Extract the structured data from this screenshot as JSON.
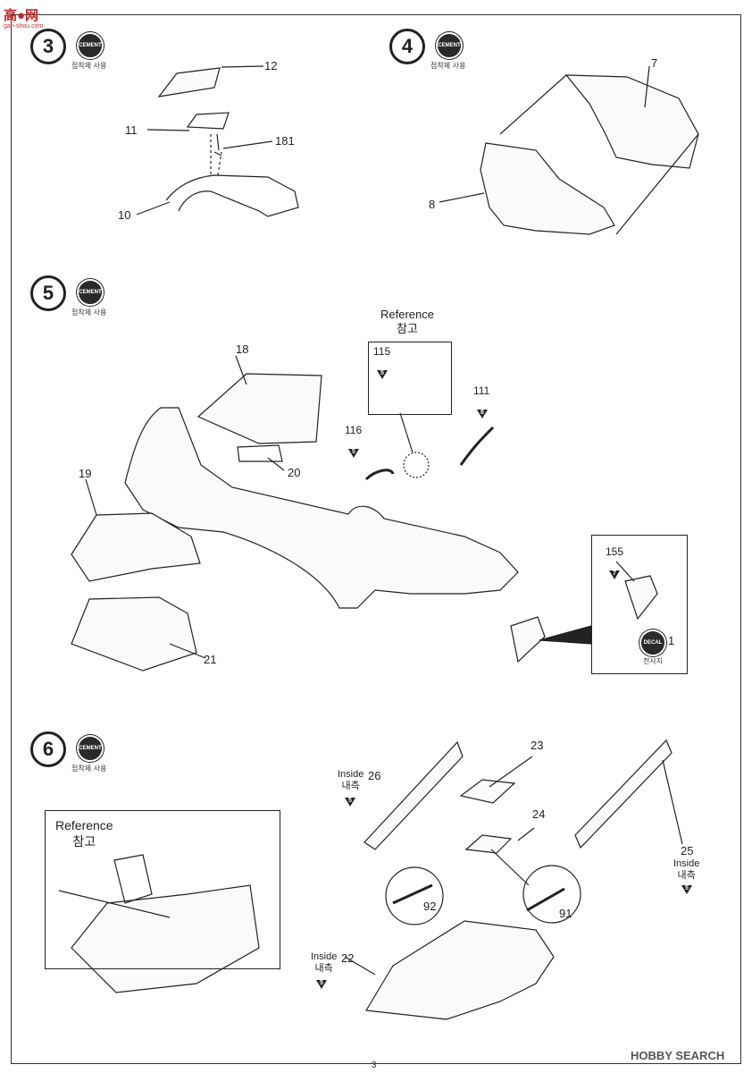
{
  "watermark": {
    "logo": "高●网",
    "sub": "gan-shou.com",
    "site": "HOBBY SEARCH"
  },
  "page_number": "3",
  "common": {
    "cement": "CEMENT",
    "cement_note": "접착제 사용",
    "decal": "DECAL",
    "decal_note": "전사지",
    "reference_en": "Reference",
    "reference_ko": "참고",
    "inside_en": "Inside",
    "inside_ko": "내측"
  },
  "steps": {
    "s3": {
      "number": "3",
      "parts": [
        "12",
        "11",
        "181",
        "10"
      ]
    },
    "s4": {
      "number": "4",
      "parts": [
        "7",
        "8"
      ]
    },
    "s5": {
      "number": "5",
      "parts": [
        "18",
        "20",
        "19",
        "21",
        "115",
        "116",
        "111",
        "155",
        "1"
      ],
      "colors": {
        "c115": "5",
        "c116": "5",
        "c111": "8",
        "c155": "7"
      }
    },
    "s6": {
      "number": "6",
      "parts": [
        "26",
        "23",
        "24",
        "25",
        "92",
        "91",
        "22"
      ],
      "colors": {
        "c26": "5",
        "c25": "5",
        "c22": "5"
      }
    }
  }
}
